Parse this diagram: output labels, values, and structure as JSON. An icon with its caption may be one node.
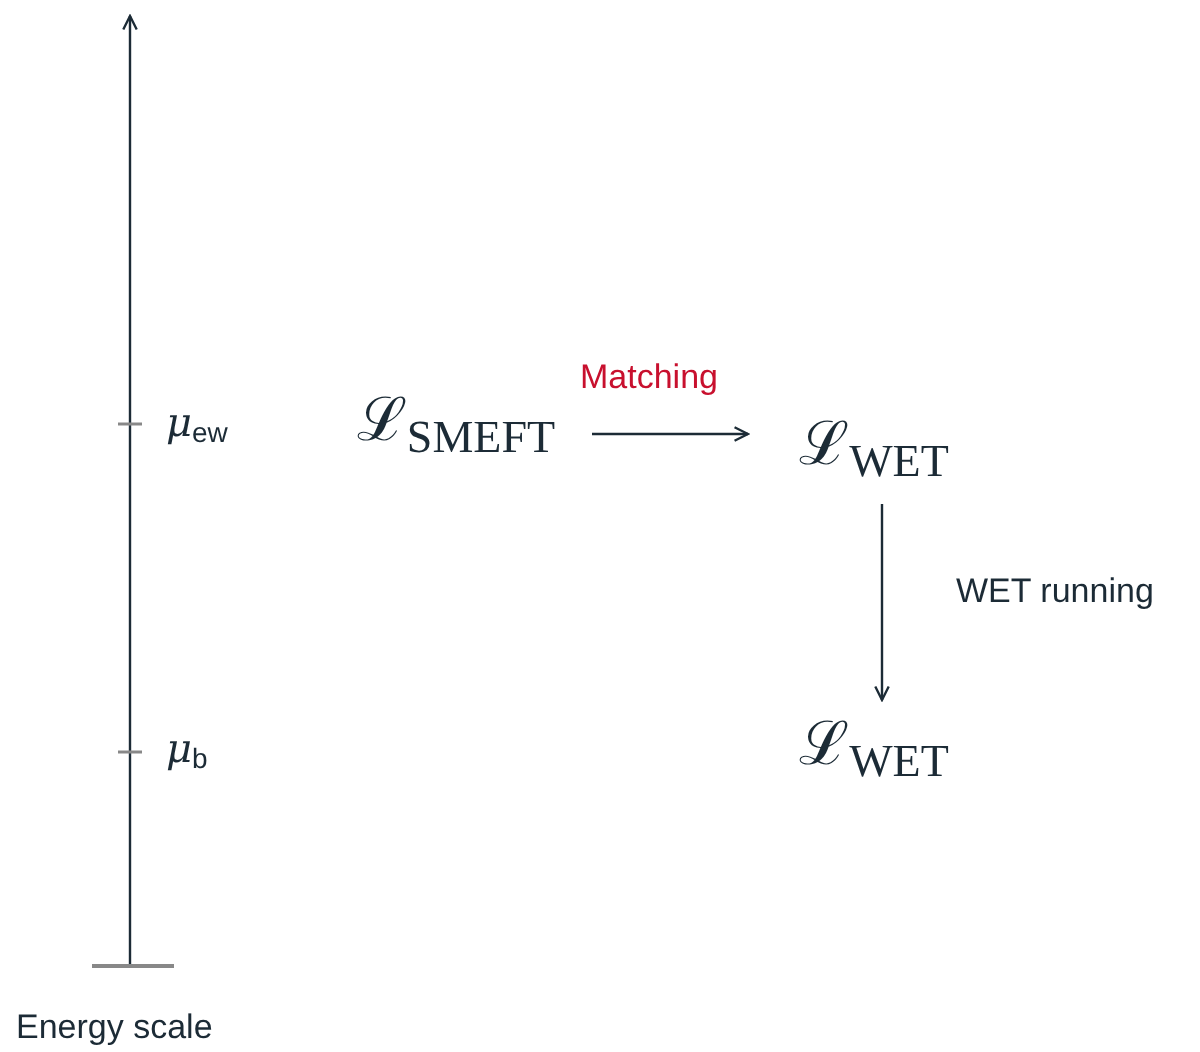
{
  "diagram": {
    "nodes": [
      {
        "text": [
          "ℒ$_{SMEFT}$"
        ]
      },
      {
        "text": [
          "ℒ$_{WET}$"
        ]
      },
      {
        "text": [
          "ℒ$_{WET}$"
        ]
      }
    ],
    "edges": [
      {
        "from": 0,
        "to": 1,
        "arrow": "to",
        "label": "Matching"
      },
      {
        "from": 1,
        "to": 2,
        "arrow": "to",
        "label": "WET running"
      }
    ],
    "labels": [
      "μ$_{ew}$",
      "μ$_{b}$",
      "Energy scale"
    ]
  }
}
